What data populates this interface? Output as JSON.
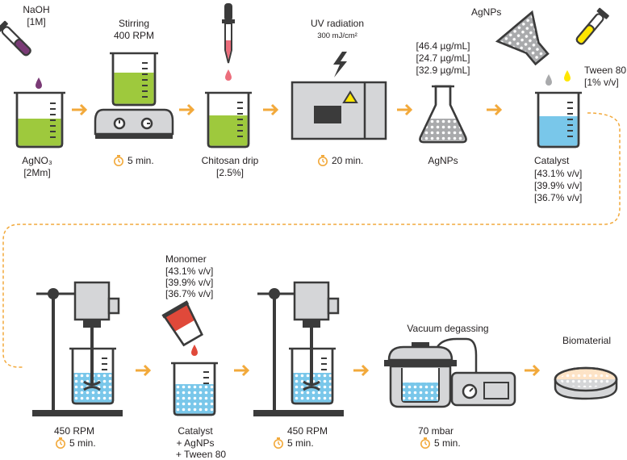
{
  "colors": {
    "green_liquid": "#9ec93d",
    "blue_liquid": "#79c7ea",
    "arrow_orange": "#f2a93b",
    "purple": "#7a3a76",
    "pink_drop": "#ec6e7c",
    "red_monomer": "#e0493a",
    "yellow": "#ffe600",
    "outline": "#3b3b3b",
    "grey_part": "#d5d6d8"
  },
  "icons": {
    "timer": "stopwatch-icon",
    "uv": "lightning-icon",
    "warning": "warning-triangle-icon"
  },
  "row1": {
    "step1": {
      "top_line1": "NaOH",
      "top_line2": "[1M]",
      "bottom_line1": "AgNO₃",
      "bottom_line2": "[2Mm]"
    },
    "step2": {
      "top_line1": "Stirring",
      "top_line2": "400 RPM",
      "time": "5 min."
    },
    "step3": {
      "bottom_line1": "Chitosan drip",
      "bottom_line2": "[2.5%]"
    },
    "step4": {
      "top_line1": "UV radiation",
      "top_line2": "300 mJ/cm²",
      "time": "20 min."
    },
    "step5": {
      "top_line1": "[46.4 µg/mL]",
      "top_line2": "[24.7 µg/mL]",
      "top_line3": "[32.9 µg/mL]",
      "bottom": "AgNPs"
    },
    "step6": {
      "agnps_label": "AgNPs",
      "tween_line1": "Tween 80",
      "tween_line2": "[1% v/v]",
      "bottom_line1": "Catalyst",
      "bottom_line2": "[43.1% v/v]",
      "bottom_line3": "[39.9% v/v]",
      "bottom_line4": "[36.7% v/v]"
    }
  },
  "row2": {
    "step7": {
      "rpm": "450 RPM",
      "time": "5 min."
    },
    "step8": {
      "top_line1": "Monomer",
      "top_line2": "[43.1% v/v]",
      "top_line3": "[39.9% v/v]",
      "top_line4": "[36.7% v/v]",
      "bottom_line1": "Catalyst",
      "bottom_line2": "+ AgNPs",
      "bottom_line3": "+ Tween 80"
    },
    "step9": {
      "rpm": "450 RPM",
      "time": "5 min."
    },
    "step10": {
      "top": "Vacuum degassing",
      "pressure": "70 mbar",
      "time": "5 min."
    },
    "step11": {
      "top": "Biomaterial"
    }
  }
}
